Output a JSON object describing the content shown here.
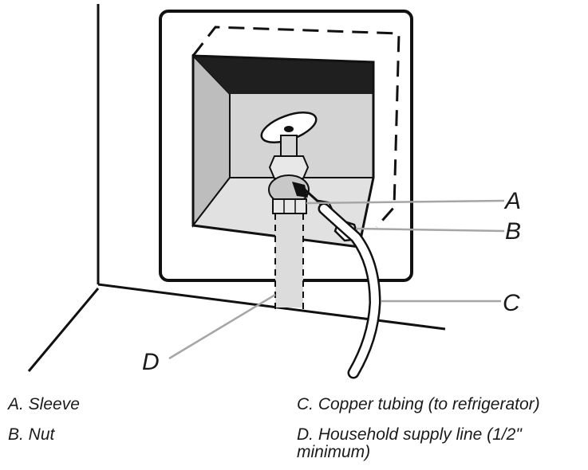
{
  "callouts": {
    "a": "A",
    "b": "B",
    "c": "C",
    "d": "D"
  },
  "legend": {
    "a": "A. Sleeve",
    "b": "B. Nut",
    "c": "C. Copper tubing (to refrigerator)",
    "d": "D. Household supply line (1/2\" minimum)"
  },
  "colors": {
    "line": "#111111",
    "box_gray": "#d4d4d4",
    "wall_gray": "#bdbdbd",
    "leader": "#a6a6a6"
  }
}
